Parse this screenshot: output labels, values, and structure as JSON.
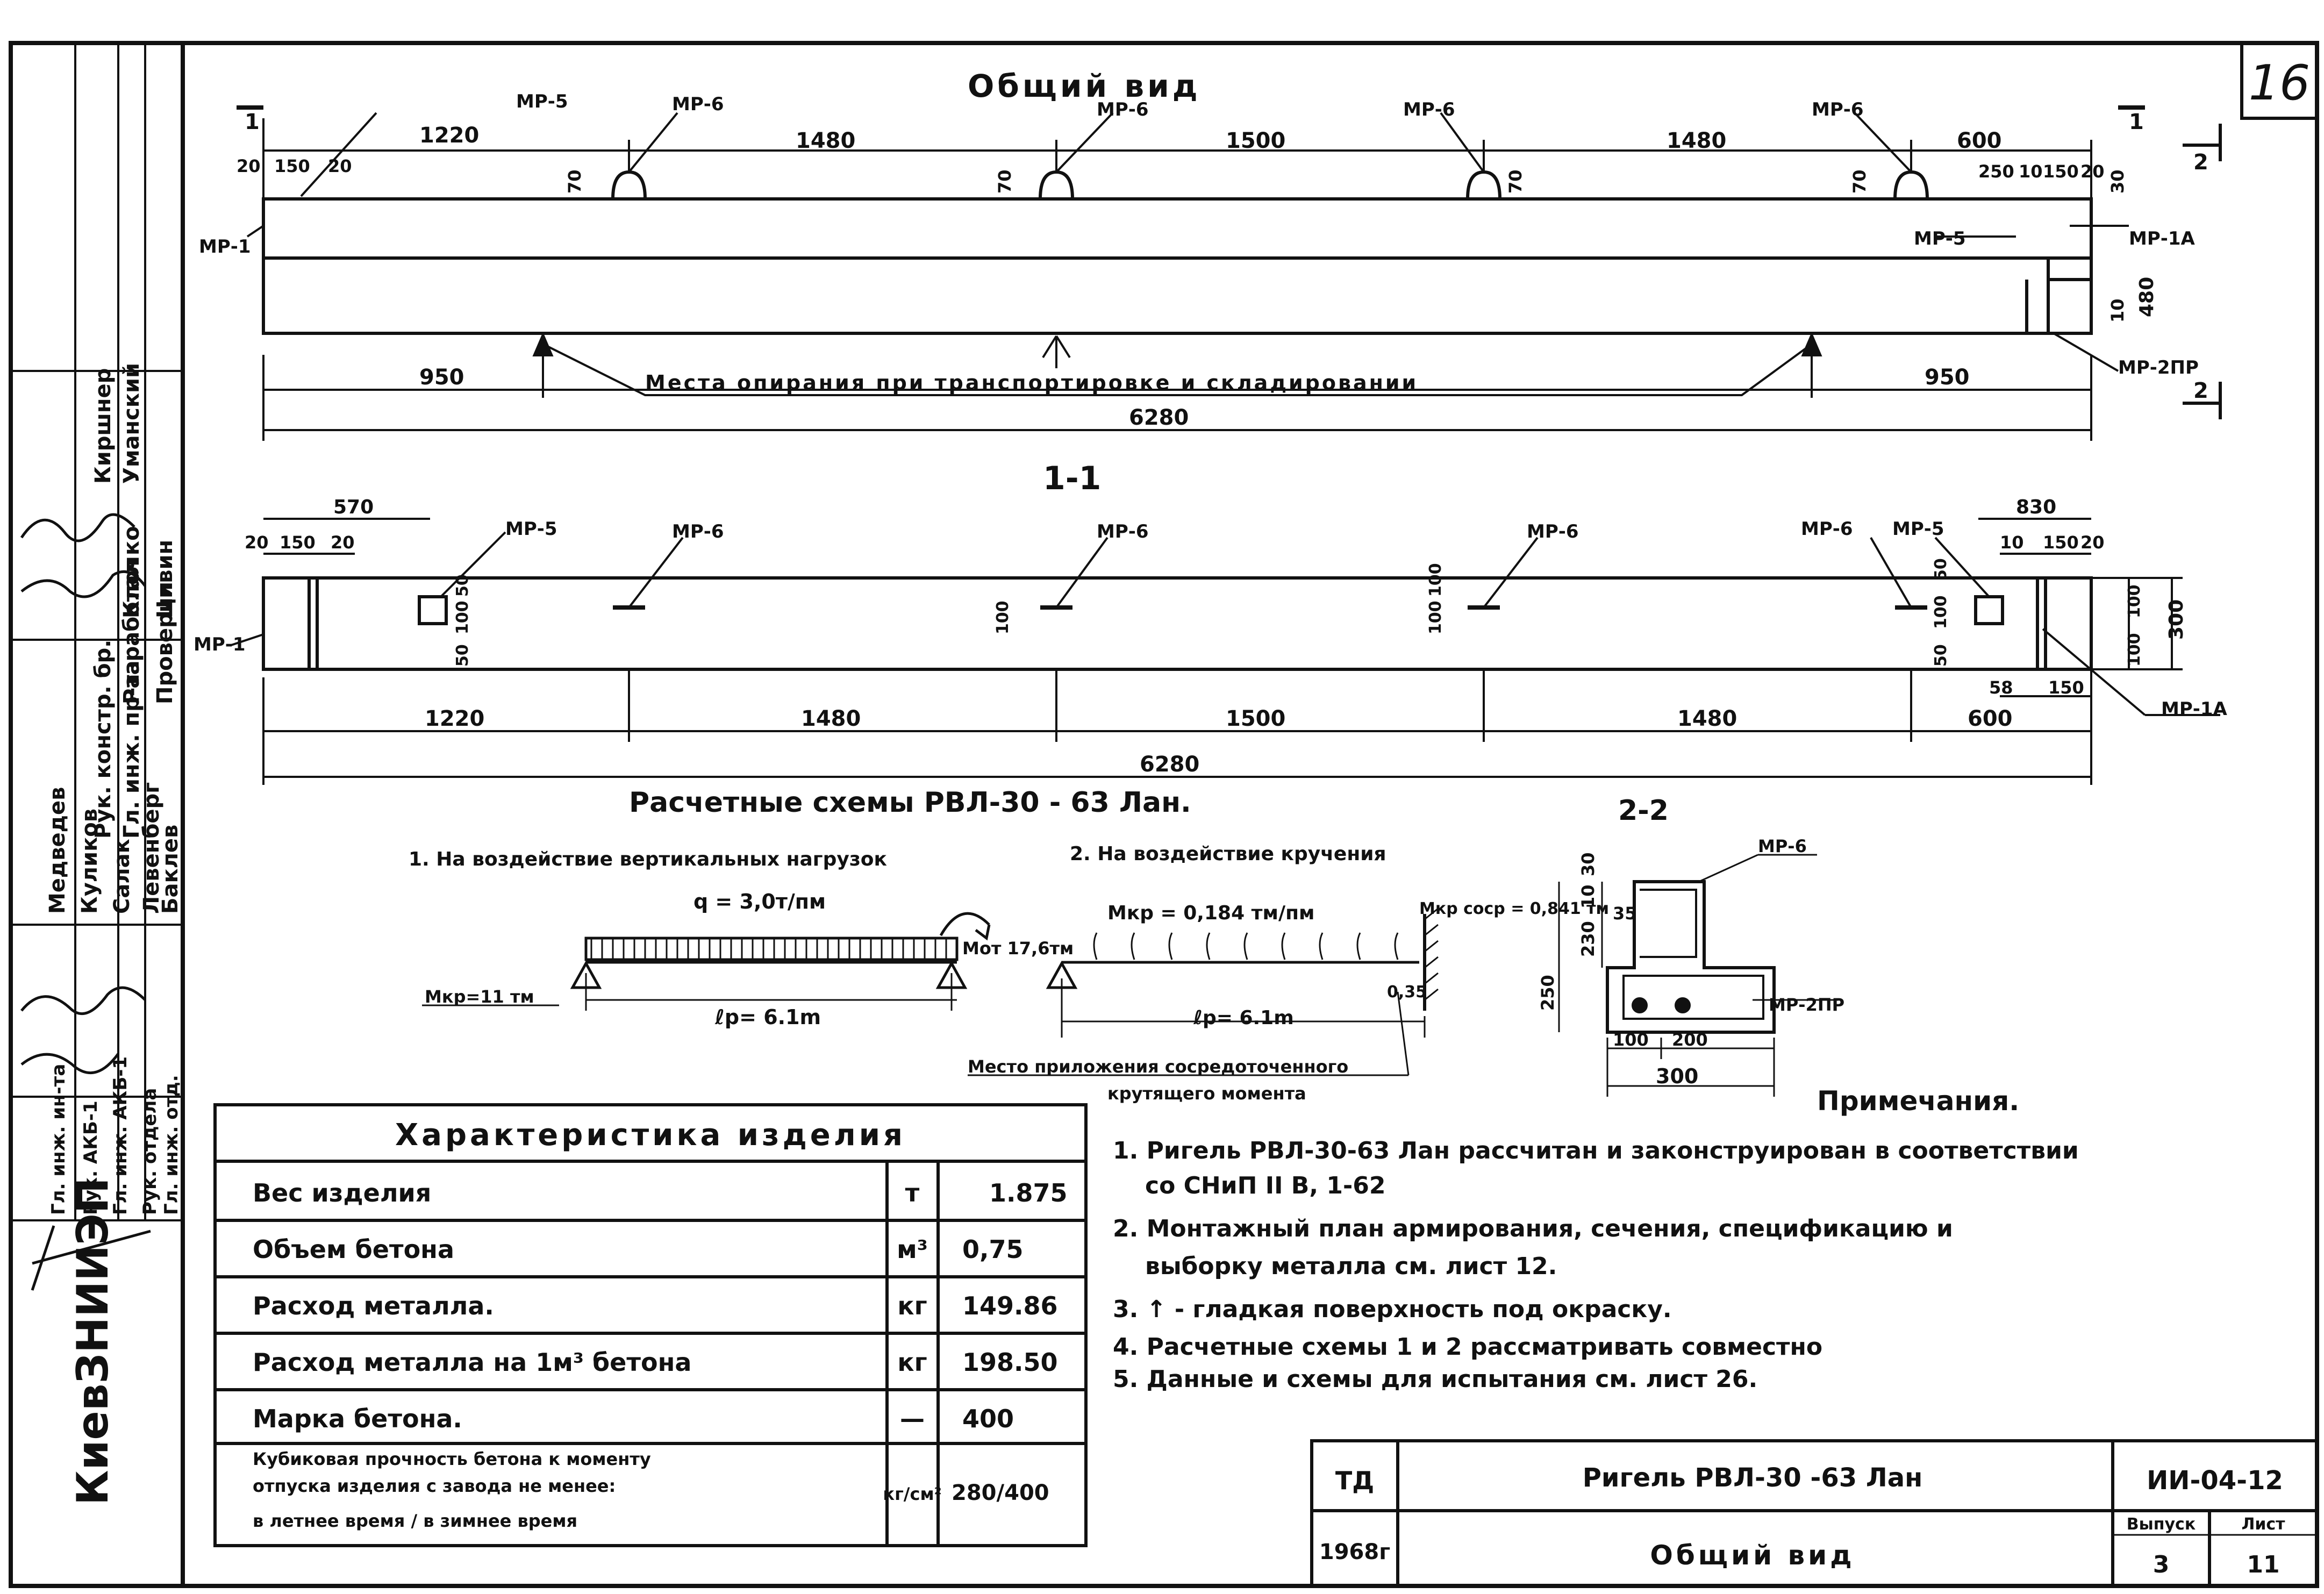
{
  "sheet_number": "16",
  "general_view": {
    "title": "Общий вид",
    "section_marker_1": "1",
    "section_marker_2": "2",
    "segments": [
      "1220",
      "1480",
      "1500",
      "1480",
      "600"
    ],
    "total_length": "6280",
    "support_offset_left": "950",
    "support_offset_right": "950",
    "support_note": "Места опирания при транспортировке и складировании",
    "small_dims_left": [
      "20",
      "150",
      "20"
    ],
    "small_dims_right": [
      "250",
      "10",
      "150",
      "20"
    ],
    "dim_70": "70",
    "dim_30": "30",
    "dim_480": "480",
    "dim_10": "10",
    "labels": {
      "mp1": "МР-1",
      "mp5": "МР-5",
      "mp6": "МР-6",
      "mp1a": "МР-1А",
      "mp2pr": "МР-2ПР"
    }
  },
  "section_1_1": {
    "title": "1-1",
    "dim_570": "570",
    "dim_830": "830",
    "small_dims_left": [
      "20",
      "150",
      "20"
    ],
    "small_dims_right": [
      "10",
      "150",
      "20"
    ],
    "segments": [
      "1220",
      "1480",
      "1500",
      "1480",
      "600"
    ],
    "total_length": "6280",
    "dim_58": "58",
    "dim_150": "150",
    "dim_50": "50",
    "dim_100": "100",
    "dim_300": "300",
    "labels": {
      "mp1": "МР-1",
      "mp5": "МР-5",
      "mp6": "МР-6",
      "mp1a": "МР-1А"
    }
  },
  "calc_schemes": {
    "title": "Расчетные схемы РВЛ-30 - 63 Лан.",
    "scheme1_title": "1. На воздействие вертикальных нагрузок",
    "scheme1_load": "q = 3,0т/пм",
    "scheme1_moment": "Мот 17,6тм",
    "scheme1_mkr": "Мкр=11 тм",
    "scheme1_span": "ℓр= 6.1m",
    "scheme2_title": "2. На воздействие кручения",
    "scheme2_load": "Mкр = 0,184 тм/пм",
    "scheme2_conc": "Мкр соср = 0,841 тм",
    "scheme2_span": "ℓр= 6.1m",
    "scheme2_offset": "0,35",
    "scheme2_note_1": "Место приложения сосредоточенного",
    "scheme2_note_2": "крутящего момента"
  },
  "section_2_2": {
    "title": "2-2",
    "label_mp6": "МР-6",
    "label_mp2pr": "МР-2ПР",
    "dims": [
      "30",
      "10",
      "35",
      "230",
      "250",
      "100",
      "200",
      "300"
    ]
  },
  "characteristics": {
    "title": "Характеристика изделия",
    "rows": [
      {
        "name": "Вес изделия",
        "unit": "т",
        "value": "1.875"
      },
      {
        "name": "Объем бетона",
        "unit": "м³",
        "value": "0,75"
      },
      {
        "name": "Расход металла.",
        "unit": "кг",
        "value": "149.86"
      },
      {
        "name": "Расход металла на 1м³ бетона",
        "unit": "кг",
        "value": "198.50"
      },
      {
        "name": "Марка бетона.",
        "unit": "—",
        "value": "400"
      }
    ],
    "last_row": {
      "line1": "Кубиковая прочность бетона к моменту",
      "line2": "отпуска изделия с завода не менее:",
      "line3": "в летнее время / в зимнее время",
      "unit": "кг/см²",
      "value": "280/400"
    }
  },
  "notes": {
    "title": "Примечания.",
    "items": [
      "1. Ригель РВЛ-30-63 Лан рассчитан и законструирован в соответствии",
      "со СНиП II В, 1-62",
      "2. Монтажный план армирования, сечения, спецификацию и",
      "выборку металла см. лист 12.",
      "3. ↑ - гладкая поверхность под окраску.",
      "4. Расчетные схемы 1 и 2 рассматривать совместно",
      "5. Данные и схемы для испытания см. лист 26."
    ]
  },
  "title_block": {
    "org": "ТД",
    "year": "1968г",
    "name": "Ригель РВЛ-30 -63 Лан",
    "subtitle": "Общий вид",
    "code": "ИИ-04-12",
    "issue_label": "Выпуск",
    "issue": "3",
    "sheet_label": "Лист",
    "sheet": "11"
  },
  "side_stamp": {
    "institute": "КиевЗНИИЭП",
    "roles": [
      "Гл. инж. ин-та",
      "Рук. АКБ-1",
      "Гл. инж. АКБ-1",
      "Рук. отдела",
      "Гл. инж. отд.",
      "Рук. констр. бр.",
      "Гл. инж. пр-та",
      "Разработал",
      "Проверил"
    ],
    "names": [
      "Медведев",
      "Куликов",
      "Салак",
      "Левенберг",
      "Баклев",
      "Киршнер",
      "Уманский",
      "Клочко",
      "Цивин"
    ]
  }
}
